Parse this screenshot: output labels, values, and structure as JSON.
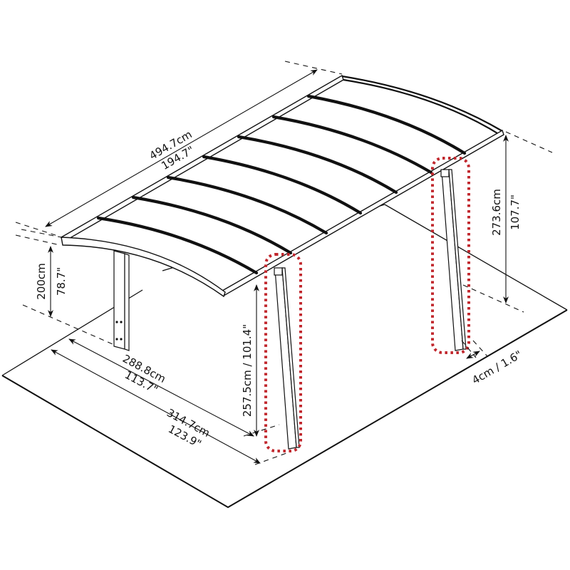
{
  "diagram": {
    "subject": "Carport dimension drawing",
    "colors": {
      "line": "#111111",
      "highlight": "#c1272d",
      "background": "#ffffff"
    },
    "dimensions": {
      "roof_length": {
        "metric": "494.7cm",
        "imperial": "194.7\""
      },
      "total_height": {
        "metric": "273.6cm",
        "imperial": "107.7\""
      },
      "low_clearance": {
        "metric": "200cm",
        "imperial": "78.7\""
      },
      "post_height": {
        "combined": "257.5cm / 101.4\""
      },
      "inner_width": {
        "metric": "288.8cm",
        "imperial": "113.7\""
      },
      "outer_width": {
        "metric": "314.7cm",
        "imperial": "123.9\""
      },
      "post_width": {
        "combined": "4cm / 1.6\""
      }
    },
    "highlights": [
      {
        "id": "front-post-left",
        "note": "highlighted front post"
      },
      {
        "id": "front-post-right",
        "note": "highlighted front post"
      }
    ]
  }
}
